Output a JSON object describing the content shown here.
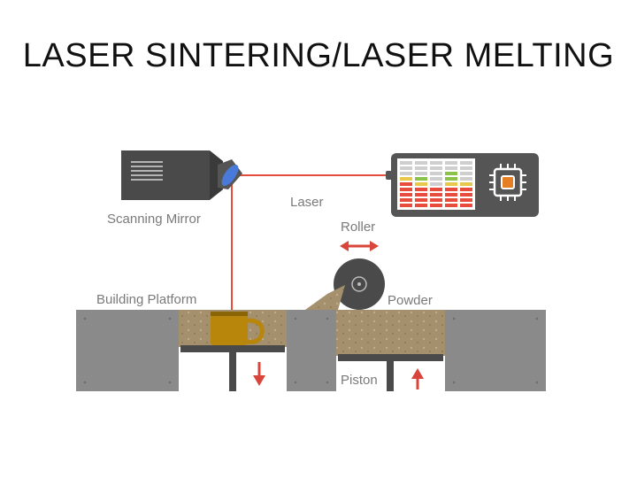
{
  "title": "LASER SINTERING/LASER MELTING",
  "labels": {
    "scanning_mirror": "Scanning Mirror",
    "laser": "Laser",
    "roller": "Roller",
    "building_platform": "Building Platform",
    "powder": "Powder",
    "piston": "Piston"
  },
  "colors": {
    "laser": "#e74c3c",
    "arrow": "#d9453a",
    "machine": "#4a4a4a",
    "controller": "#555555",
    "chamber_wall": "#8a8a8a",
    "powder": "#a08a68",
    "mug": "#b8860b",
    "lens": "#4a7ad9"
  },
  "icons": [
    "display-grid-icon",
    "chip-icon",
    "double-arrow-icon",
    "down-arrow-icon",
    "up-arrow-icon"
  ]
}
